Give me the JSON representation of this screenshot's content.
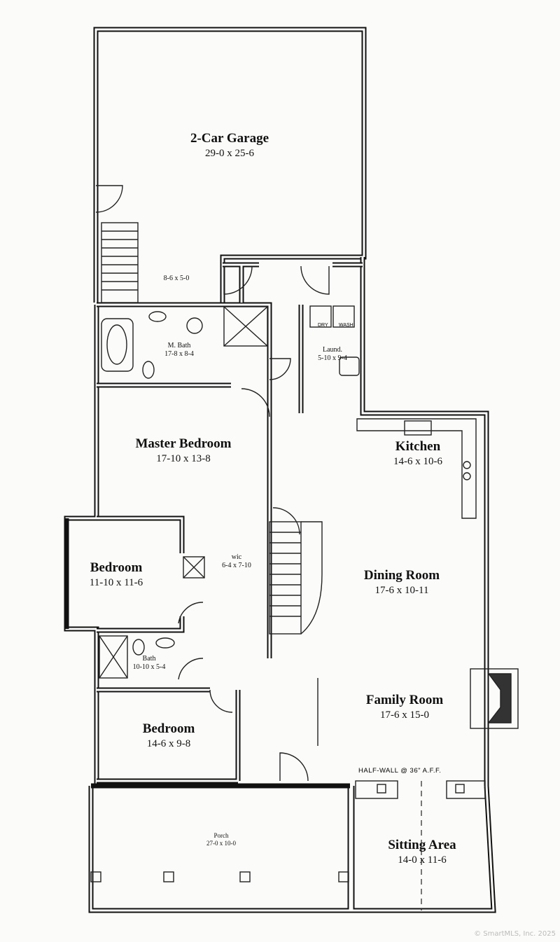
{
  "rooms": {
    "garage": {
      "name": "2-Car Garage",
      "size": "29-0 x 25-6"
    },
    "mudroom": {
      "size": "8-6 x 5-0"
    },
    "master_bath": {
      "name": "M. Bath",
      "size": "17-8 x 8-4"
    },
    "laundry": {
      "name": "Laund.",
      "size": "5-10 x 9-4",
      "dryer": "DRY",
      "washer": "WASH"
    },
    "master_bedroom": {
      "name": "Master Bedroom",
      "size": "17-10 x 13-8"
    },
    "kitchen": {
      "name": "Kitchen",
      "size": "14-6 x 10-6"
    },
    "wic": {
      "name": "wic",
      "size": "6-4 x 7-10"
    },
    "bedroom1": {
      "name": "Bedroom",
      "size": "11-10 x 11-6"
    },
    "dining": {
      "name": "Dining Room",
      "size": "17-6 x 10-11"
    },
    "bath": {
      "name": "Bath",
      "size": "10-10 x 5-4"
    },
    "family": {
      "name": "Family Room",
      "size": "17-6 x 15-0"
    },
    "bedroom2": {
      "name": "Bedroom",
      "size": "14-6 x 9-8"
    },
    "porch": {
      "name": "Porch",
      "size": "27-0 x 10-0"
    },
    "sitting": {
      "name": "Sitting Area",
      "size": "14-0 x 11-6"
    }
  },
  "notes": {
    "half_wall": "HALF-WALL @ 36\" A.F.F."
  },
  "copyright": "© SmartMLS, Inc.  2025"
}
